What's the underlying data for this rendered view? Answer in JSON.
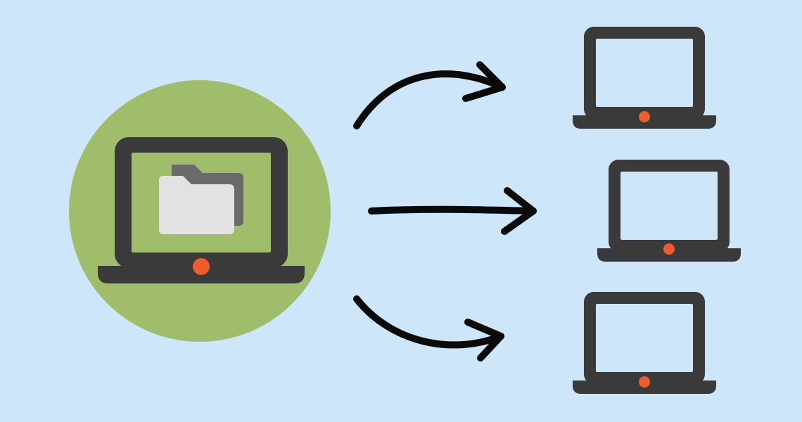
{
  "colors": {
    "background": "#cde6f9",
    "source_circle": "#9fbd6a",
    "laptop_body": "#3a3a3a",
    "laptop_screen_source": "#9fbd6a",
    "laptop_screen_target": "#cde6f9",
    "power_dot": "#ef5b2b",
    "folder_front": "#e2e2e2",
    "folder_back": "#6a6a6a",
    "arrow": "#0a0a0a"
  },
  "diagram": {
    "source": {
      "name": "source-laptop",
      "icon": "folder-icon"
    },
    "targets": [
      {
        "name": "target-laptop-top"
      },
      {
        "name": "target-laptop-middle"
      },
      {
        "name": "target-laptop-bottom"
      }
    ],
    "edges": [
      {
        "from": "source-laptop",
        "to": "target-laptop-top",
        "style": "curved-up"
      },
      {
        "from": "source-laptop",
        "to": "target-laptop-middle",
        "style": "straight"
      },
      {
        "from": "source-laptop",
        "to": "target-laptop-bottom",
        "style": "curved-down"
      }
    ]
  }
}
